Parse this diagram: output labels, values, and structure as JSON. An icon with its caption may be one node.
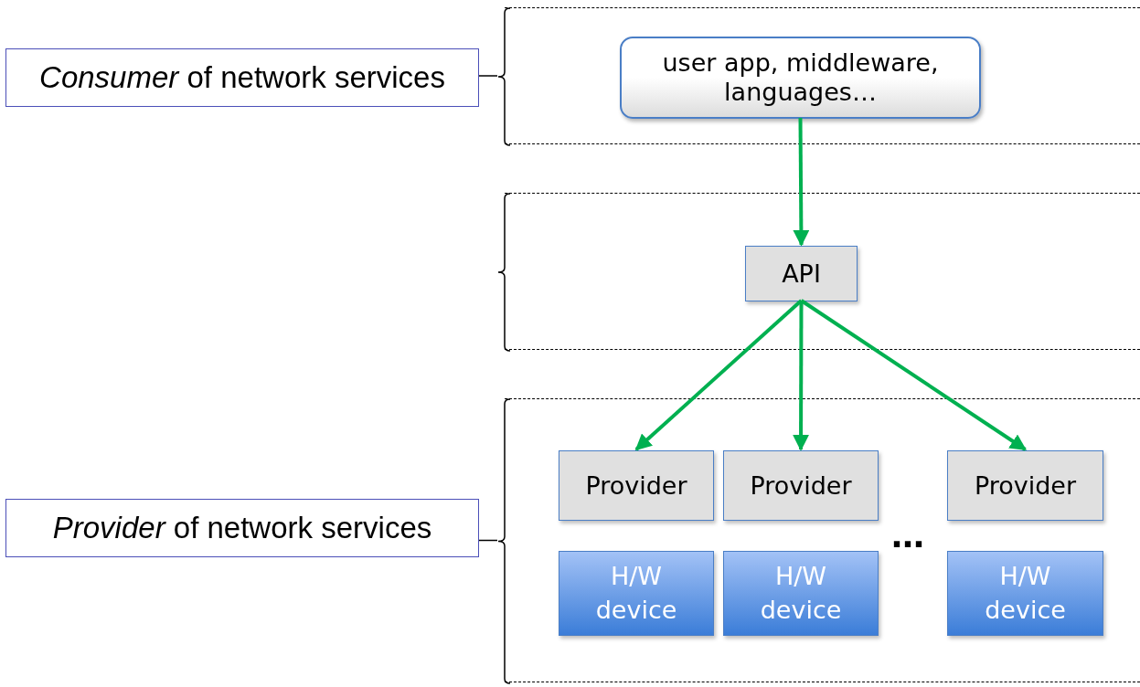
{
  "diagram": {
    "nodes": [
      {
        "text": [
          "*Consumer* of network services"
        ]
      },
      {
        "text": [],
        "shape": "box"
      },
      {
        "text": [
          "user app, middleware, languages…"
        ],
        "in": 1
      },
      {
        "text": [],
        "shape": "box"
      },
      {
        "text": [
          "API"
        ],
        "in": 3
      },
      {
        "text": [
          "*Provider* of network services"
        ]
      },
      {
        "text": [],
        "shape": "box"
      },
      {
        "text": [
          "Provider"
        ],
        "in": 6
      },
      {
        "text": [
          "Provider"
        ],
        "in": 6
      },
      {
        "text": [
          "Provider"
        ],
        "in": 6
      },
      {
        "text": [
          "H/W device"
        ],
        "in": 6
      },
      {
        "text": [
          "H/W device"
        ],
        "in": 6
      },
      {
        "text": [
          "H/W device"
        ],
        "in": 6
      }
    ],
    "edges": [
      {
        "from": 0,
        "to": 1,
        "arrow": "none",
        "color": "#000000"
      },
      {
        "from": 5,
        "to": 6,
        "arrow": "none",
        "color": "#000000"
      },
      {
        "from": 2,
        "to": 4,
        "arrow": "to"
      },
      {
        "from": 4,
        "to": 7,
        "arrow": "to"
      },
      {
        "from": 4,
        "to": 8,
        "arrow": "to"
      },
      {
        "from": 4,
        "to": 9,
        "arrow": "to"
      }
    ],
    "labels": [
      "…"
    ]
  }
}
